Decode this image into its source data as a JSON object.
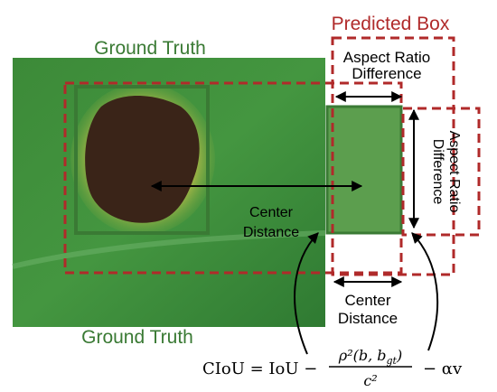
{
  "labels": {
    "ground_truth_top": "Ground Truth",
    "ground_truth_bottom": "Ground Truth",
    "predicted_box": "Predicted Box",
    "aspect_ratio_top_line1": "Aspect Ratio",
    "aspect_ratio_top_line2": "Difference",
    "aspect_ratio_side_line1": "Aspect Ratio",
    "aspect_ratio_side_line2": "Difference",
    "center_distance_mid_line1": "Center",
    "center_distance_mid_line2": "Distance",
    "center_distance_bottom_line1": "Center",
    "center_distance_bottom_line2": "Distance"
  },
  "formula": {
    "lhs": "CIoU = IoU −",
    "numerator": "ρ²(b, b",
    "numerator_sub": "gt",
    "numerator_close": ")",
    "denominator": "c²",
    "tail": "− αv"
  },
  "colors": {
    "ground_truth_green": "#3a7a34",
    "predicted_red": "#b02a2a",
    "leaf_green": "#3f8a3a",
    "lesion_brown": "#3a2418",
    "halo_yellow": "#c8c24a",
    "arrow_black": "#000000"
  }
}
